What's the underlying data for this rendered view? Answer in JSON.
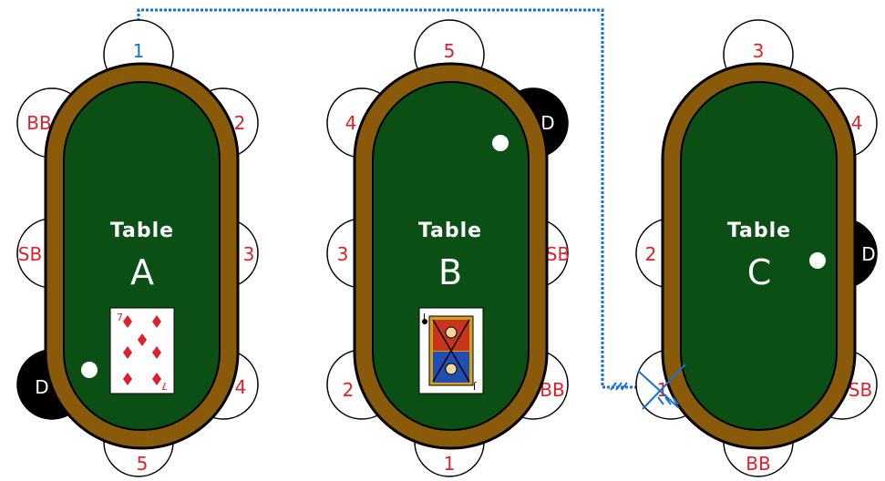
{
  "colors": {
    "felt": "#0b4f14",
    "rail": "#8a5a0b",
    "seat_text": "#e0202a",
    "moved_seat_text": "#1a6fd6",
    "dealer_fill": "#000000",
    "dealer_text": "#ffffff",
    "move_path": "#1a6fd6"
  },
  "tables": [
    {
      "word": "Table",
      "letter": "A",
      "card": "seven-of-diamonds",
      "seats": [
        "1",
        "2",
        "3",
        "4",
        "5",
        "D",
        "SB",
        "BB"
      ]
    },
    {
      "word": "Table",
      "letter": "B",
      "card": "jack-of-clubs",
      "seats": [
        "5",
        "D",
        "SB",
        "BB",
        "1",
        "2",
        "3",
        "4"
      ]
    },
    {
      "word": "Table",
      "letter": "C",
      "card": "",
      "seats": [
        "3",
        "4",
        "D",
        "SB",
        "BB",
        "1",
        "2"
      ]
    }
  ],
  "cards": {
    "seven": {
      "rank": "7"
    },
    "jack": {
      "rank": "J"
    }
  }
}
